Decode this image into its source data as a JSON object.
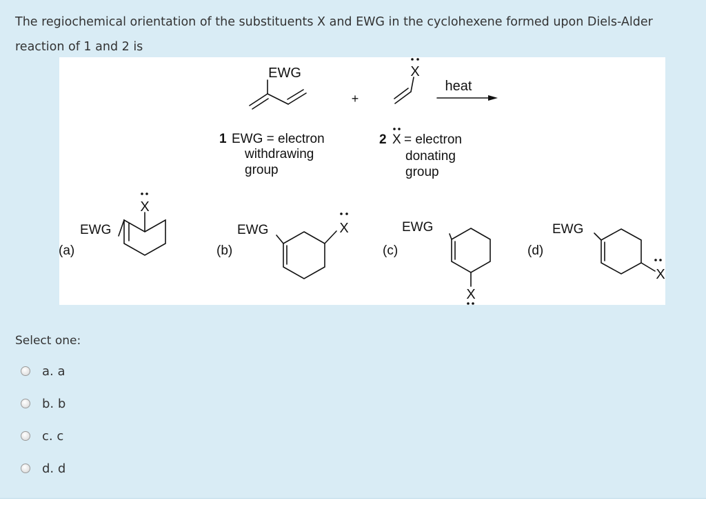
{
  "question": {
    "text": "The regiochemical orientation of the substituents X and EWG in the cyclohexene formed upon Diels-Alder reaction of 1 and 2 is"
  },
  "figure": {
    "reaction": {
      "ewg_label": "EWG",
      "x_label": "X",
      "plus": "+",
      "heat": "heat",
      "legend1_num": "1",
      "legend1_l1": "EWG = electron",
      "legend1_l2": "withdrawing",
      "legend1_l3": "group",
      "legend2_num": "2",
      "legend2_x": "X",
      "legend2_l1": "= electron",
      "legend2_l2": "donating",
      "legend2_l3": "group"
    },
    "choices": [
      {
        "label": "(a)",
        "ewg": "EWG",
        "x": "X"
      },
      {
        "label": "(b)",
        "ewg": "EWG",
        "x": "X"
      },
      {
        "label": "(c)",
        "ewg": "EWG",
        "x": "X"
      },
      {
        "label": "(d)",
        "ewg": "EWG",
        "x": "X"
      }
    ]
  },
  "answer": {
    "prompt": "Select one:",
    "options": [
      {
        "label": "a. a"
      },
      {
        "label": "b. b"
      },
      {
        "label": "c. c"
      },
      {
        "label": "d. d"
      }
    ]
  }
}
